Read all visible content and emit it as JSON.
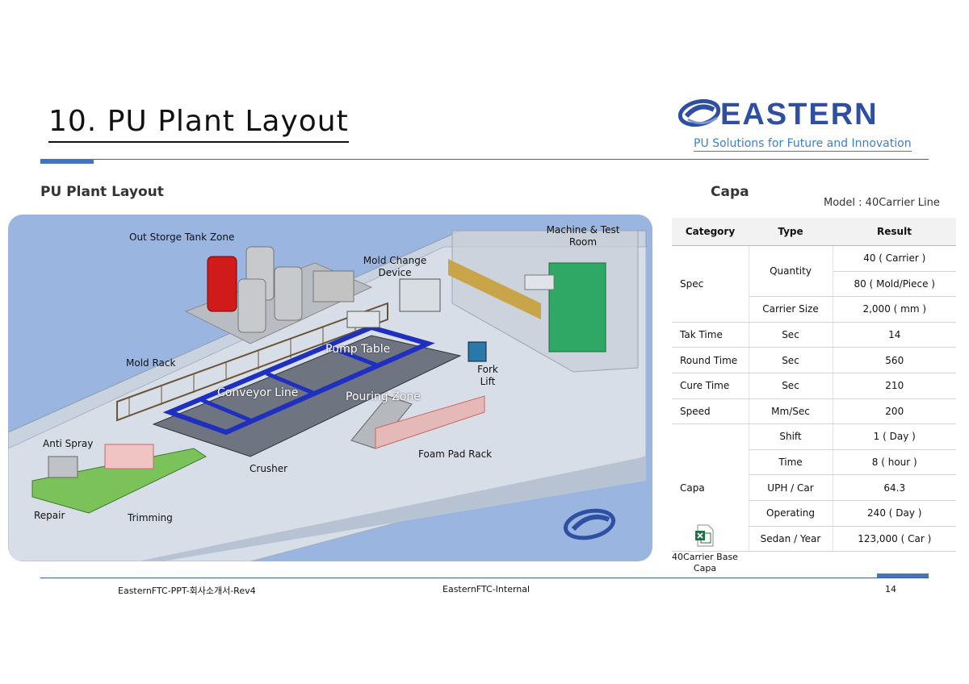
{
  "header": {
    "title": "10. PU Plant Layout",
    "brand": "EASTERN",
    "tagline": "PU Solutions for Future and Innovation"
  },
  "sections": {
    "left_title": "PU Plant Layout",
    "right_title": "Capa",
    "model": "Model : 40Carrier Line"
  },
  "layout_labels": {
    "out_storage": "Out Storge Tank Zone",
    "machine_test_1": "Machine & Test",
    "machine_test_2": "Room",
    "mold_change_1": "Mold Change",
    "mold_change_2": "Device",
    "pump_table": "Pump Table",
    "mold_rack": "Mold Rack",
    "fork_1": "Fork",
    "fork_2": "Lift",
    "conveyor_line": "Conveyor Line",
    "pouring_zone": "Pouring Zone",
    "anti_spray": "Anti Spray",
    "foam_pad_rack": "Foam Pad Rack",
    "crusher": "Crusher",
    "repair": "Repair",
    "trimming": "Trimming"
  },
  "table": {
    "headers": [
      "Category",
      "Type",
      "Result"
    ],
    "spec": {
      "category": "Spec",
      "quantity_type": "Quantity",
      "quantity_values": [
        "40 ( Carrier )",
        "80 ( Mold/Piece )"
      ],
      "carrier_size_type": "Carrier Size",
      "carrier_size_value": "2,000 ( mm )"
    },
    "metrics": [
      {
        "category": "Tak Time",
        "type": "Sec",
        "result": "14"
      },
      {
        "category": "Round Time",
        "type": "Sec",
        "result": "560"
      },
      {
        "category": "Cure Time",
        "type": "Sec",
        "result": "210"
      },
      {
        "category": "Speed",
        "type": "Mm/Sec",
        "result": "200"
      }
    ],
    "capa": {
      "category": "Capa",
      "file_label_1": "40Carrier Base",
      "file_label_2": "Capa",
      "rows": [
        {
          "type": "Shift",
          "result": "1 ( Day )"
        },
        {
          "type": "Time",
          "result": "8 ( hour )"
        },
        {
          "type": "UPH / Car",
          "result": "64.3"
        },
        {
          "type": "Operating",
          "result": "240 ( Day )"
        },
        {
          "type": "Sedan / Year",
          "result": "123,000 ( Car )"
        }
      ]
    }
  },
  "footer": {
    "left": "EasternFTC-PPT-회사소개서-Rev4",
    "center": "EasternFTC-Internal",
    "page": "14"
  },
  "icons": {
    "brand_logo": "eastern-e-logo-icon",
    "excel_file": "excel-file-icon",
    "watermark": "eastern-e-watermark-icon"
  },
  "colors": {
    "brand_blue": "#2f4fa3",
    "tagline_blue": "#3b7fd1",
    "panel_blue": "#9ab5e0",
    "accent": "#4472c4"
  }
}
